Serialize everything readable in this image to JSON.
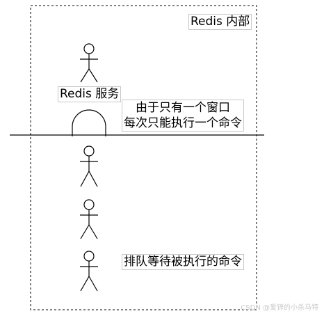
{
  "labels": {
    "redis_internal": "Redis 内部",
    "redis_service": "Redis 服务",
    "window_line1": "由于只有一个窗口",
    "window_line2": "每次只能执行一个命令",
    "queue_label": "排队等待被执行的命令"
  },
  "watermark": "CSDN @爱锌的小杀马特"
}
